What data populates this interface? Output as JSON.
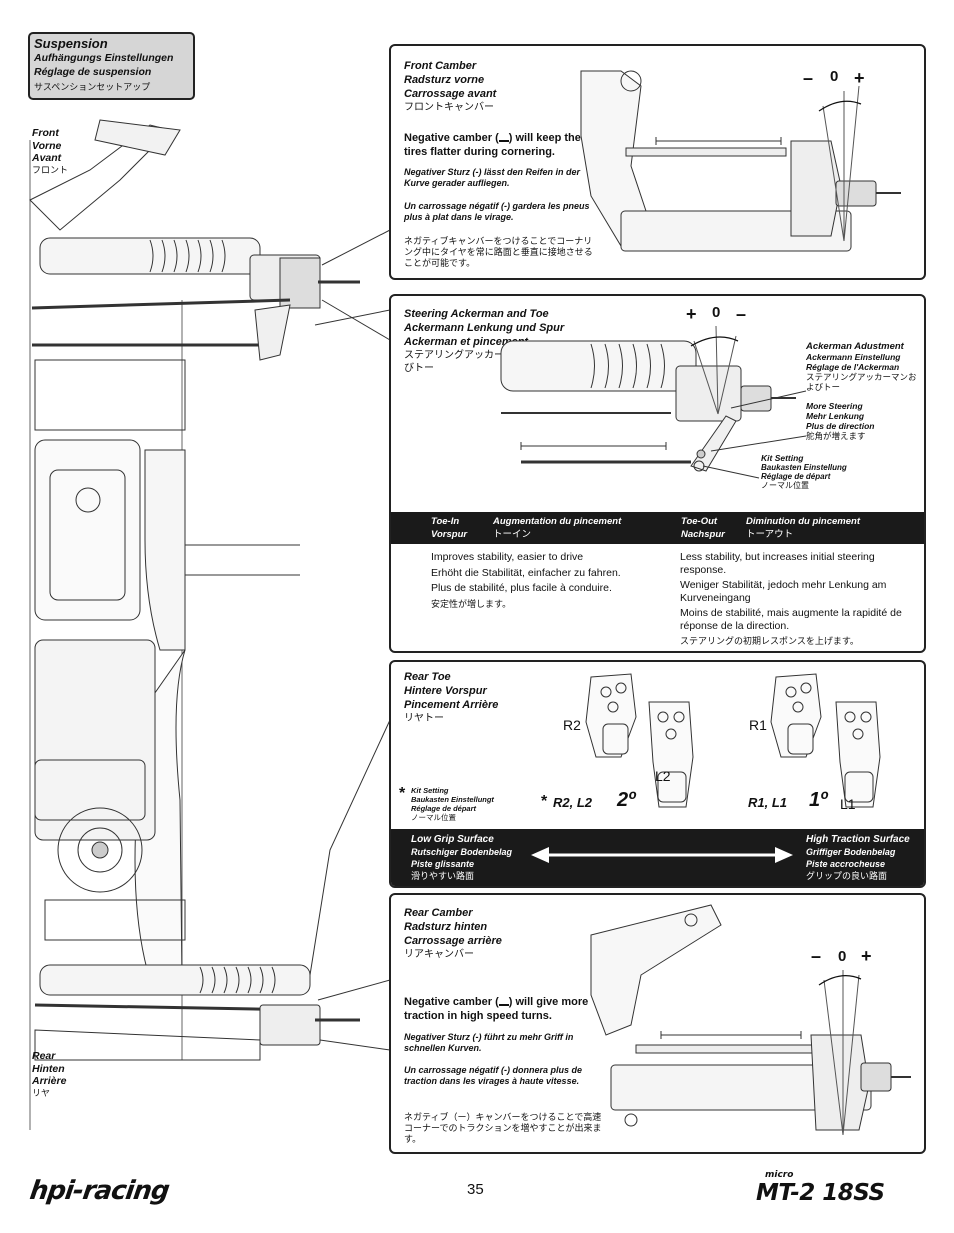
{
  "header_box": {
    "title": "Suspension",
    "line_de": "Aufhängungs Einstellungen",
    "line_fr": "Réglage de suspension",
    "line_jp": "サスペンションセットアップ"
  },
  "chassis": {
    "front_label": [
      "Front",
      "Vorne",
      "Avant",
      "フロント"
    ],
    "rear_label": [
      "Rear",
      "Hinten",
      "Arrière",
      "リヤ"
    ]
  },
  "front_camber": {
    "title": [
      "Front Camber",
      "Radsturz vorne",
      "Carrossage avant"
    ],
    "title_jp": "フロントキャンバー",
    "neg_en_pre": "Negative camber (",
    "neg_en_post": ") will keep the tires flatter during cornering.",
    "neg_de": "Negativer Sturz (-) lässt den Reifen in der Kurve gerader aufliegen.",
    "neg_fr": "Un carrossage négatif (-) gardera les pneus plus à plat dans le virage.",
    "neg_jp": "ネガティブキャンバーをつけることでコーナリング中にタイヤを常に路面と垂直に接地させることが可能です。",
    "gauge": [
      "–",
      "0",
      "+"
    ]
  },
  "steering": {
    "title": [
      "Steering Ackerman and Toe",
      "Ackermann Lenkung und Spur",
      "Ackerman et pincement"
    ],
    "title_jp": "ステアリングアッカーマンおよびトー",
    "gauge": [
      "+",
      "0",
      "–"
    ],
    "ackerman": [
      "Ackerman Adustment",
      "Ackermann Einstellung",
      "Réglage de l'Ackerman",
      "ステアリングアッカーマンおよびトー"
    ],
    "more": [
      "More Steering",
      "Mehr Lenkung",
      "Plus de direction",
      "舵角が増えます"
    ],
    "kit": [
      "Kit Setting",
      "Baukasten Einstellung",
      "Réglage de départ",
      "ノーマル位置"
    ],
    "bar": {
      "toe_in": "Toe-In",
      "vorspur": "Vorspur",
      "aug": "Augmentation du pincement",
      "aug_jp": "トーイン",
      "toe_out": "Toe-Out",
      "nachspur": "Nachspur",
      "dim": "Diminution du pincement",
      "dim_jp": "トーアウト"
    },
    "left_desc": [
      "Improves stability, easier to drive",
      "Erhöht die Stabilität, einfacher zu fahren.",
      "Plus de stabilité, plus facile à conduire.",
      "安定性が増します。"
    ],
    "right_desc": [
      "Less stability, but increases initial steering response.",
      "Weniger Stabilität, jedoch mehr Lenkung am Kurveneingang",
      "Moins de stabilité, mais augmente la rapidité de réponse de la direction.",
      "ステアリングの初期レスポンスを上げます。"
    ]
  },
  "rear_toe": {
    "title": [
      "Rear Toe",
      "Hintere Vorspur",
      "Pincement Arrière"
    ],
    "title_jp": "リヤトー",
    "kit": [
      "Kit Setting",
      "Baukasten Einstellungt",
      "Réglage de départ",
      "ノーマル位置"
    ],
    "star": "*",
    "r2": "R2",
    "l2": "L2",
    "r1": "R1",
    "l1": "L1",
    "set2_label": "R2, L2",
    "set2_angle": "2º",
    "set1_label": "R1, L1",
    "set1_angle": "1º",
    "low": [
      "Low Grip Surface",
      "Rutschiger Bodenbelag",
      "Piste glissante",
      "滑りやすい路面"
    ],
    "high": [
      "High Traction Surface",
      "Griffiger Bodenbelag",
      "Piste accrocheuse",
      "グリップの良い路面"
    ]
  },
  "rear_camber": {
    "title": [
      "Rear Camber",
      "Radsturz hinten",
      "Carrossage arrière"
    ],
    "title_jp": "リアキャンバー",
    "neg_en_pre": "Negative camber (",
    "neg_en_post": ") will give more traction in high speed turns.",
    "neg_de": "Negativer Sturz (-) führt zu mehr Griff in schnellen Kurven.",
    "neg_fr": "Un carrossage négatif (-) donnera plus de traction dans les virages à haute vitesse.",
    "neg_jp": "ネガティブ（ー）キャンバーをつけることで高速コーナーでのトラクションを増やすことが出来ます。",
    "gauge": [
      "–",
      "0",
      "+"
    ]
  },
  "footer": {
    "page_number": "35",
    "brand_left": "hpi-racing",
    "brand_right_small": "micro",
    "brand_right": "MT-2 18SS"
  }
}
